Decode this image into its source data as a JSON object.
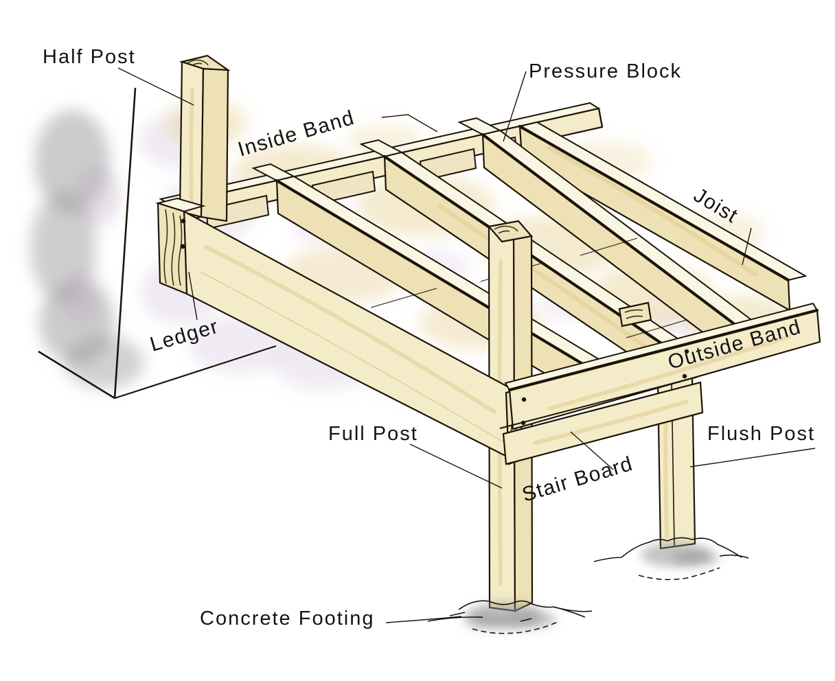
{
  "diagram": {
    "type": "deck-framing-illustration",
    "labels": {
      "half_post": "Half Post",
      "pressure_block": "Pressure Block",
      "inside_band": "Inside Band",
      "joist": "Joist",
      "ledger": "Ledger",
      "outside_band": "Outside Band",
      "full_post": "Full Post",
      "stair_board": "Stair Board",
      "flush_post": "Flush Post",
      "concrete_footing": "Concrete Footing"
    },
    "colors": {
      "outline": "#1c140a",
      "wood_face": "#f4ecc9",
      "wood_top": "#faf6e4",
      "wood_side": "#eee1b5",
      "wash_tan": "#e7d096",
      "wash_lavender": "#d9cde0",
      "wash_gray": "#8d8d8d",
      "label_text": "#141414"
    }
  }
}
